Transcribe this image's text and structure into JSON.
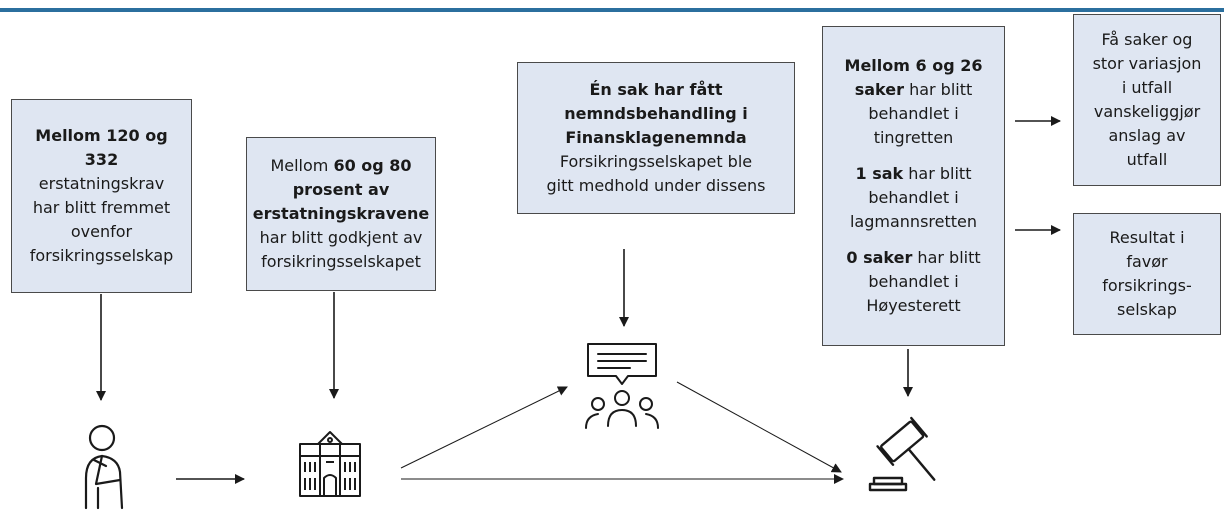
{
  "boxes": {
    "claims": {
      "l1_b": "Mellom 120 og",
      "l2_b": "332",
      "l3": "erstatningskrav",
      "l4": "har blitt fremmet",
      "l5": "ovenfor",
      "l6": "forsikringsselskap"
    },
    "approved": {
      "l1_a": "Mellom ",
      "l1_b": "60 og 80",
      "l2_b": "prosent av",
      "l3_b": "erstatningskravene",
      "l4": "har blitt godkjent av",
      "l5": "forsikringsselskapet"
    },
    "board": {
      "l1_b": "Én sak har fått",
      "l2_b": "nemndsbehandling i",
      "l3_b": "Finansklagenemnda",
      "l4": "Forsikringsselskapet ble",
      "l5": "gitt medhold under dissens"
    },
    "courts": {
      "p1_l1_b": "Mellom 6 og 26",
      "p1_l2_b": "saker",
      "p1_l2": " har blitt",
      "p1_l3": "behandlet i",
      "p1_l4": "tingretten",
      "p2_l1_b": "1 sak",
      "p2_l1": " har blitt",
      "p2_l2": "behandlet i",
      "p2_l3": "lagmannsretten",
      "p3_l1_b": "0 saker",
      "p3_l1": " har blitt",
      "p3_l2": "behandlet i",
      "p3_l3": "Høyesterett"
    },
    "variation": {
      "l1": "Få saker og",
      "l2": "stor variasjon",
      "l3": "i utfall",
      "l4": "vanskeliggjør",
      "l5": "anslag av",
      "l6": "utfall"
    },
    "result": {
      "l1": "Resultat i",
      "l2": "favør",
      "l3": "forsikrings-",
      "l4": "selskap"
    }
  },
  "icons": {
    "injured_person": "injured-person-icon",
    "insurance_company": "building-icon",
    "complaints_board": "meeting-discussion-icon",
    "court": "gavel-icon"
  },
  "colors": {
    "box_fill": "#dfe6f2",
    "box_border": "#4a4a4a",
    "top_bar": "#2b6f9e",
    "arrow": "#1a1a1a"
  }
}
